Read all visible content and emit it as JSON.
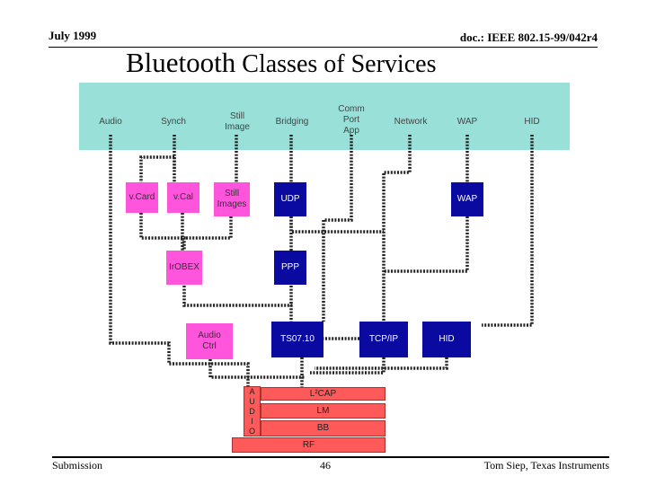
{
  "header": {
    "date": "July 1999",
    "doc_id": "doc.: IEEE 802.15-99/042r4",
    "title_big": "Bluetooth",
    "title_rest": " Classes of Services"
  },
  "services": {
    "audio": "Audio",
    "synch": "Synch",
    "still_image": [
      "Still",
      "Image"
    ],
    "bridging": "Bridging",
    "comm_port_app": [
      "Comm",
      "Port",
      "App"
    ],
    "network": "Network",
    "wap": "WAP",
    "hid": "HID"
  },
  "blocks": {
    "vcard": "v.Card",
    "vcal": "v.Cal",
    "still_images": [
      "Still",
      "Images"
    ],
    "udp": "UDP",
    "wap": "WAP",
    "irobex": "IrOBEX",
    "ppp": "PPP",
    "audio_ctrl": [
      "Audio",
      "Ctrl"
    ],
    "ts0710": "TS07.10",
    "tcpip": "TCP/IP",
    "hid": "HID"
  },
  "stack": {
    "audio_letters": [
      "A",
      "U",
      "D",
      "I",
      "O"
    ],
    "l2cap": "L²CAP",
    "lm": "LM",
    "bb": "BB",
    "rf": "RF"
  },
  "footer": {
    "left": "Submission",
    "page": "46",
    "right": "Tom Siep, Texas Instruments"
  },
  "colors": {
    "services_band": "#99e0d8",
    "pink_block": "#ff55dd",
    "navy_block": "#0a0aa0",
    "stack_red": "#ff5a5a"
  }
}
